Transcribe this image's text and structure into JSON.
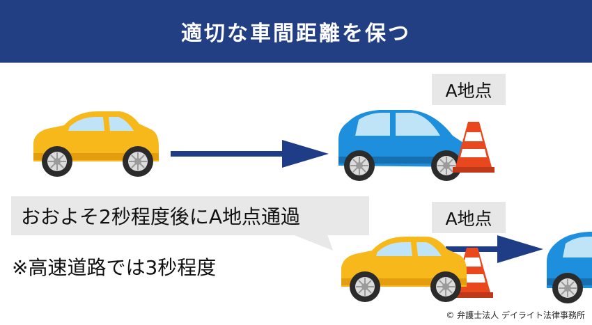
{
  "title": "適切な車間距離を保つ",
  "point_label_top": "A地点",
  "point_label_bottom": "A地点",
  "bubble_text": "おおよそ2秒程度後にA地点通過",
  "note_text": "※高速道路では3秒程度",
  "copyright": "© 弁護士法人 デイライト法律事務所",
  "colors": {
    "header_bg": "#233f83",
    "yellow_car": "#f6b81b",
    "blue_car": "#1e8fdc",
    "arrow": "#1f3c86",
    "cone": "#e9471d"
  }
}
